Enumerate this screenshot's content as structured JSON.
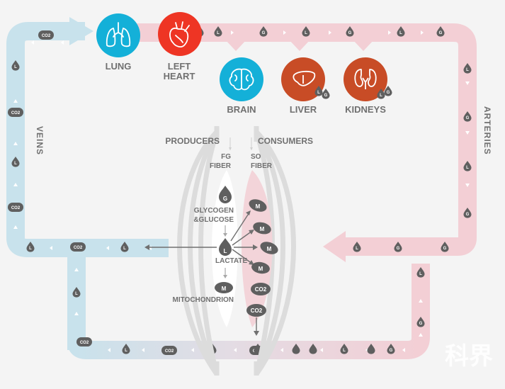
{
  "organs": {
    "lung": "LUNG",
    "left_heart_line1": "LEFT",
    "left_heart_line2": "HEART",
    "brain": "BRAIN",
    "liver": "LIVER",
    "kidneys": "KIDNEYS"
  },
  "vessels": {
    "veins": "VEINS",
    "arteries": "ARTERIES"
  },
  "muscle": {
    "producers": "PRODUCERS",
    "consumers": "CONSUMERS",
    "fg_line1": "FG",
    "fg_line2": "FIBER",
    "so_line1": "SO",
    "so_line2": "FIBER",
    "glycogen_line1": "GLYCOGEN",
    "glycogen_line2": "&GLUCOSE",
    "lactate": "LACTATE",
    "mitochondrion": "MITOCHONDRION"
  },
  "tokens": {
    "glucose": "G",
    "lactate": "L",
    "mito": "M",
    "co2": "CO2"
  },
  "watermark": "科界",
  "colors": {
    "vein": "#c8e2ec",
    "artery": "#f3cfd5",
    "lung_circle": "#14b0d8",
    "heart_circle": "#ee3524",
    "brain_circle": "#14b0d8",
    "liver_circle": "#c84c26",
    "kidneys_circle": "#c84c26",
    "token": "#5f5f5f"
  }
}
